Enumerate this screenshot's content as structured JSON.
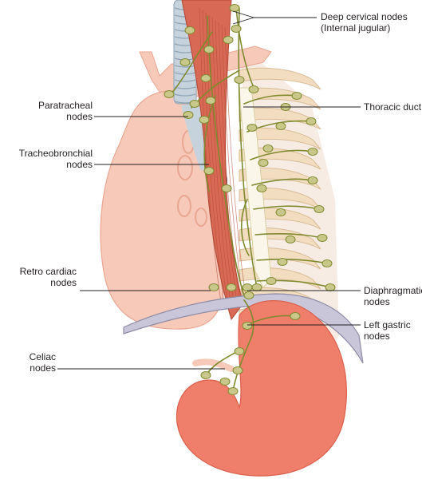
{
  "labels": {
    "deep_cervical": {
      "line1": "Deep cervical nodes",
      "line2": "(Internal jugular)"
    },
    "thoracic_duct": {
      "line1": "Thoracic duct"
    },
    "paratracheal": {
      "line1": "Paratracheal",
      "line2": "nodes"
    },
    "tracheobronchial": {
      "line1": "Tracheobronchial",
      "line2": "nodes"
    },
    "retro_cardiac": {
      "line1": "Retro cardiac",
      "line2": "nodes"
    },
    "diaphragmatic": {
      "line1": "Diaphragmatic",
      "line2": "nodes"
    },
    "left_gastric": {
      "line1": "Left gastric",
      "line2": "nodes"
    },
    "celiac": {
      "line1": "Celiac",
      "line2": "nodes"
    }
  },
  "colors": {
    "heart": "#f6c9b9",
    "heart_outline": "#e9a792",
    "stomach": "#ef7f6a",
    "stomach_dark": "#d9604d",
    "esophagus": "#c9523f",
    "rib": "#f3ddc0",
    "rib_outline": "#d8bc96",
    "trachea": "#c7d3dc",
    "lymph_node": "#c9c88a",
    "lymph_vessel": "#7f8a2e",
    "diaphragm": "#c8c6d8",
    "leader_line": "#231f20"
  }
}
